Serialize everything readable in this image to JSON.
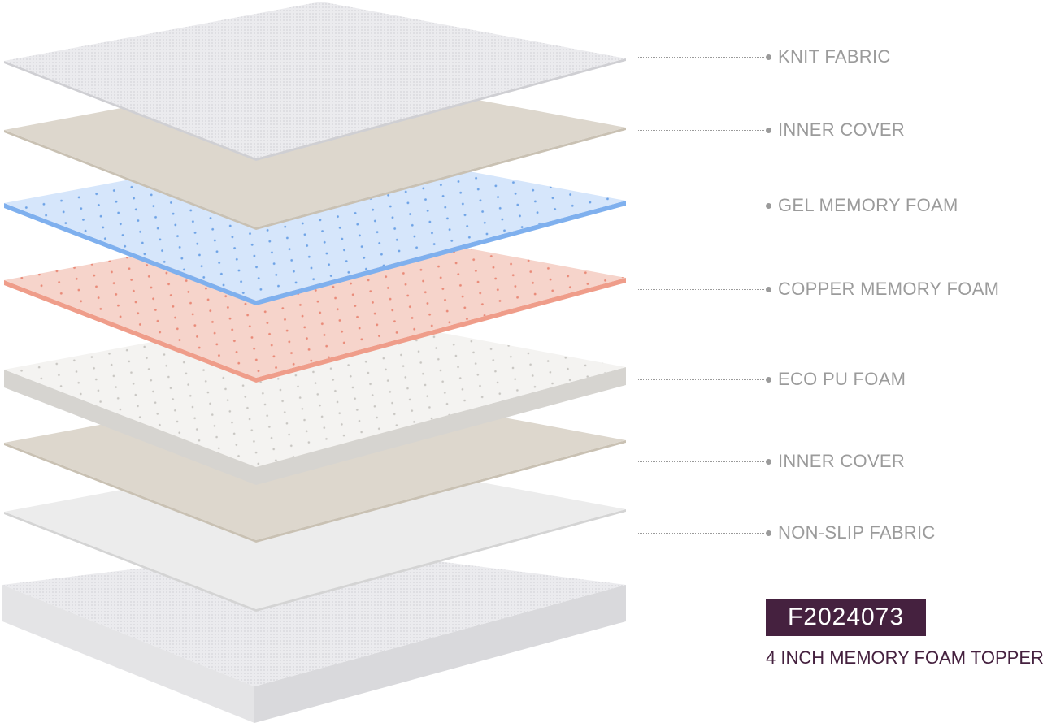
{
  "layers": [
    {
      "label": "KNIT FABRIC",
      "color": "#e9e9ec"
    },
    {
      "label": "INNER COVER",
      "color": "#ddd7cd"
    },
    {
      "label": "GEL MEMORY FOAM",
      "color": "#d6e6fb"
    },
    {
      "label": "COPPER MEMORY FOAM",
      "color": "#f6d4cb"
    },
    {
      "label": "ECO PU FOAM",
      "color": "#f4f3f1"
    },
    {
      "label": "INNER COVER",
      "color": "#ddd7cd"
    },
    {
      "label": "NON-SLIP FABRIC",
      "color": "#ececec"
    }
  ],
  "product": {
    "code": "F2024073",
    "name": "4 INCH MEMORY FOAM TOPPER",
    "brand_color": "#45213f"
  }
}
